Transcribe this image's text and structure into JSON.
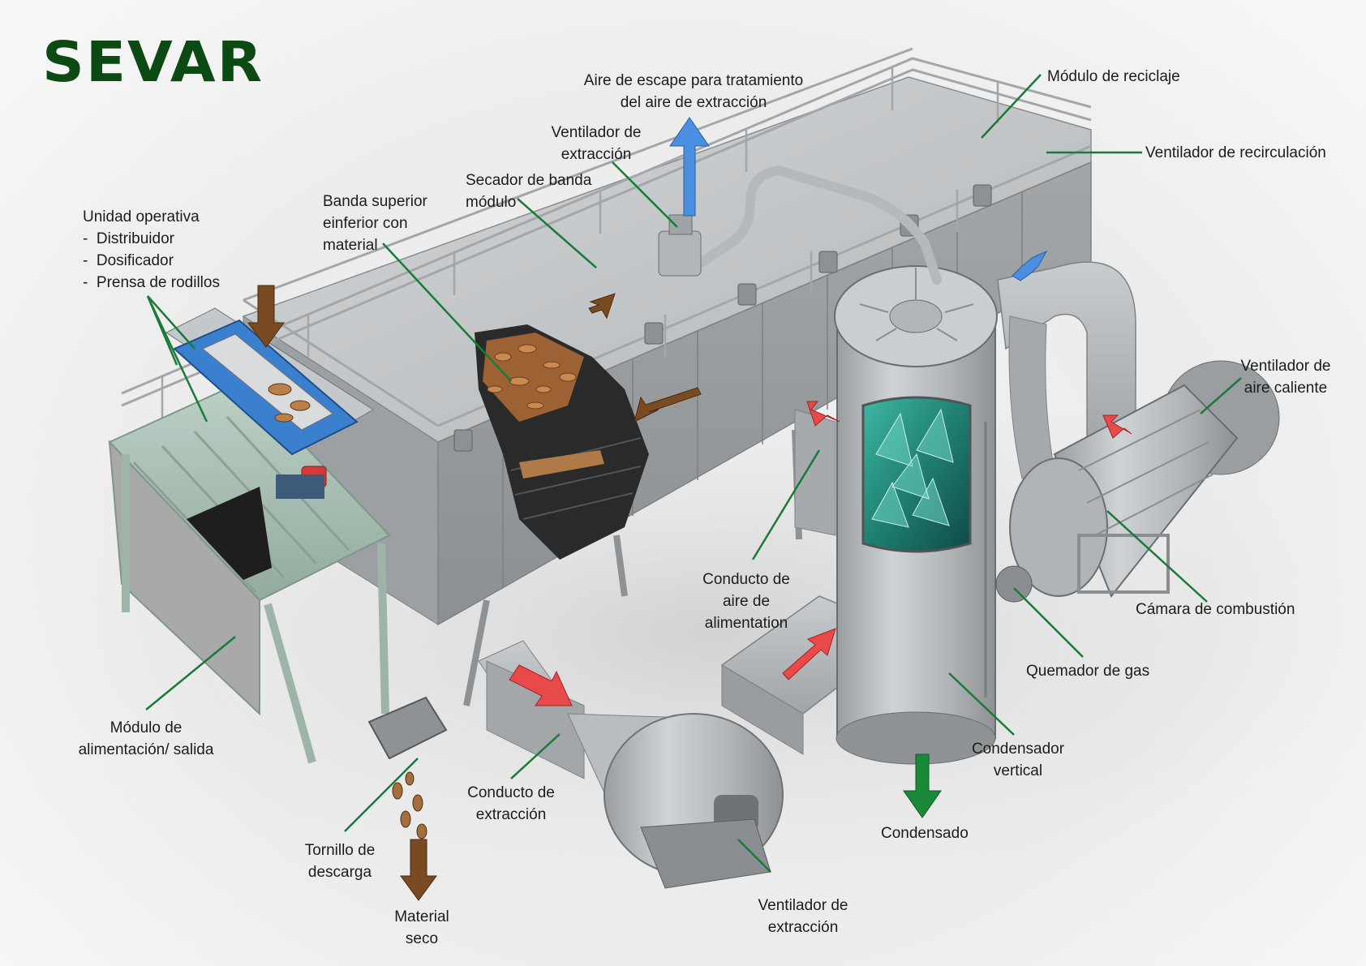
{
  "brand": {
    "name": "SEVAR",
    "color": "#0b4a12"
  },
  "colors": {
    "leader": "#1a7a3a",
    "air_in": "#e84a4a",
    "air_out": "#4a8fe0",
    "material": "#7a4a22",
    "condensate": "#1a8a3a",
    "machine_steel": "#a9acae",
    "frame": "#a8c0b4",
    "unit_blue": "#2f7fd0"
  },
  "labels": {
    "operating_unit": {
      "title": "Unidad operativa",
      "items": [
        "Distribuidor",
        "Dosificador",
        "Prensa de rodillos"
      ]
    },
    "upper_lower_belt": [
      "Banda superior",
      "einferior con",
      "material"
    ],
    "belt_dryer_module": [
      "Secador de banda",
      "módulo"
    ],
    "extraction_fan_top": [
      "Ventilador de",
      "extracción"
    ],
    "exhaust_air": [
      "Aire de escape para tratamiento",
      "del aire de extracción"
    ],
    "recycling_module": [
      "Módulo de reciclaje"
    ],
    "recirculation_fan": [
      "Ventilador de recirculación"
    ],
    "hot_air_fan": [
      "Ventilador de",
      "aire caliente"
    ],
    "combustion_chamber": [
      "Cámara de combustión"
    ],
    "gas_burner": [
      "Quemador de gas"
    ],
    "vertical_condenser": [
      "Condensador",
      "vertical"
    ],
    "condensate": [
      "Condensado"
    ],
    "supply_air_duct": [
      "Conducto de",
      "aire de",
      "alimentation"
    ],
    "extraction_duct": [
      "Conducto de",
      "extracción"
    ],
    "extraction_fan_bottom": [
      "Ventilador de",
      "extracción"
    ],
    "feed_module": [
      "Módulo de",
      "alimentación/ salida"
    ],
    "discharge_screw": [
      "Tornillo de",
      "descarga"
    ],
    "dry_material": [
      "Material",
      "seco"
    ]
  }
}
